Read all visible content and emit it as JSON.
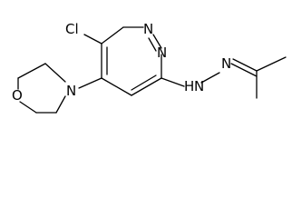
{
  "molecule": {
    "atoms": {
      "cl": "Cl",
      "n_ring_1": "N",
      "n_ring_2": "N",
      "n_morpholine": "N",
      "o_morpholine": "O",
      "nh": "N",
      "h": "H",
      "n_hydrazone": "N"
    }
  }
}
